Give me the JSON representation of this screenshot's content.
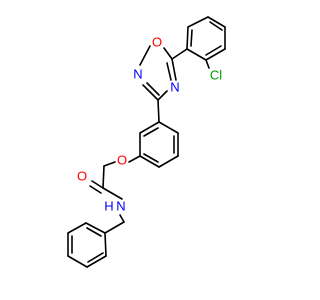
{
  "molecule": {
    "atom_labels": {
      "ring_oxygen": "O",
      "ring_n_upper": "N",
      "ring_n_lower": "N",
      "chlorine": "Cl",
      "ether_oxygen": "O",
      "carbonyl_oxygen": "O",
      "amide_n": "N",
      "amide_h": "H"
    },
    "colors": {
      "bond": "#000000",
      "oxygen": "#ff0000",
      "nitrogen": "#0000ff",
      "chlorine": "#00a000",
      "background": "#ffffff"
    }
  }
}
